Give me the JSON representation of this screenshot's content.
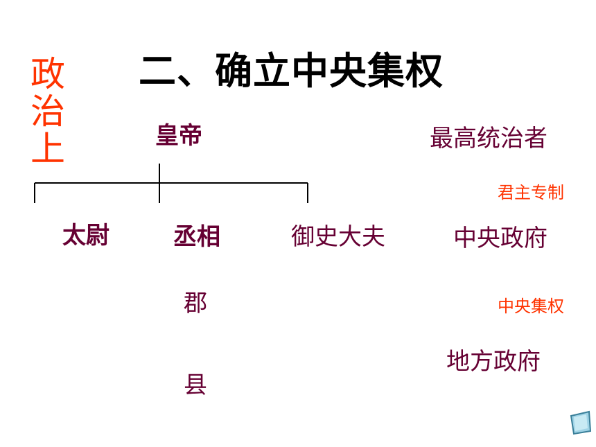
{
  "title": "二、确立中央集权",
  "side_label": "政治上",
  "hierarchy": {
    "emperor": "皇帝",
    "taiwei": "太尉",
    "chengxiang": "丞相",
    "yushidafu": "御史大夫",
    "jun": "郡",
    "xian": "县"
  },
  "roles": {
    "highest_ruler": "最高统治者",
    "central_government": "中央政府",
    "local_government": "地方政府"
  },
  "notes": {
    "autocracy": "君主专制",
    "centralization": "中央集权"
  },
  "colors": {
    "title": "#000000",
    "accent": "#ff3300",
    "node": "#660033"
  },
  "icons": {
    "nav": "next-slide-icon"
  }
}
